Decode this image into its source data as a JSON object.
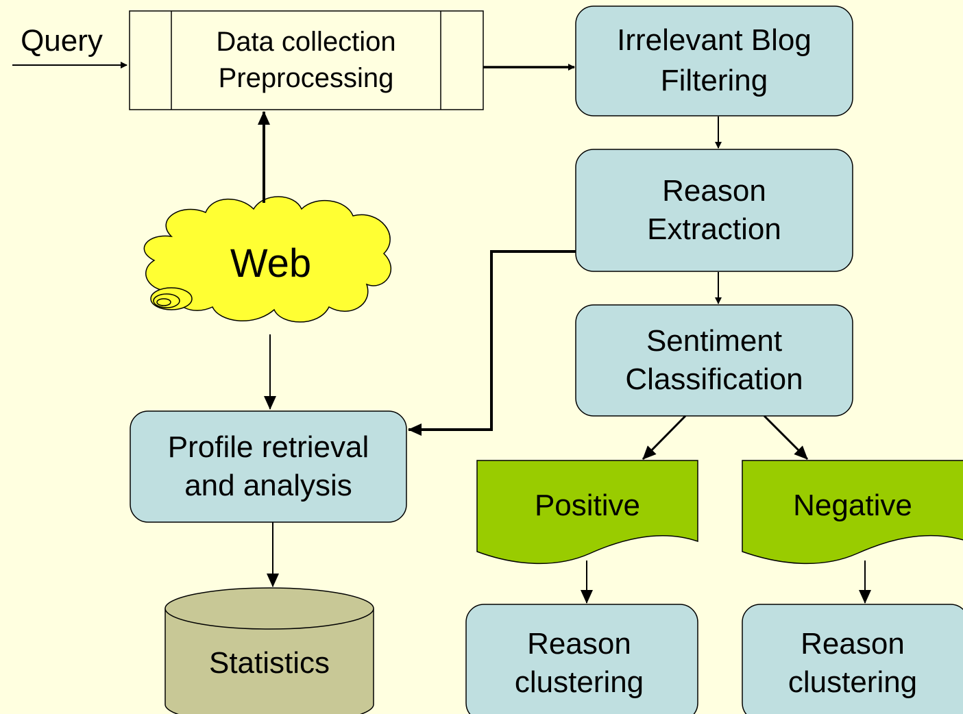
{
  "query_label": "Query",
  "data_collection": {
    "line1": "Data collection",
    "line2": "Preprocessing"
  },
  "irrelevant_filter": {
    "line1": "Irrelevant Blog",
    "line2": "Filtering"
  },
  "reason_extraction": {
    "line1": "Reason",
    "line2": "Extraction"
  },
  "sentiment": {
    "line1": "Sentiment",
    "line2": "Classification"
  },
  "web_label": "Web",
  "profile": {
    "line1": "Profile retrieval",
    "line2": "and analysis"
  },
  "statistics_label": "Statistics",
  "positive_label": "Positive",
  "negative_label": "Negative",
  "reason_cluster_pos": {
    "line1": "Reason",
    "line2": "clustering"
  },
  "reason_cluster_neg": {
    "line1": "Reason",
    "line2": "clustering"
  },
  "colors": {
    "background": "#ffffe0",
    "process_fill": "#bfdfe0",
    "document_fill": "#99cc00",
    "cloud_fill": "#ffff33",
    "database_fill": "#c8c896",
    "stroke": "#000000"
  }
}
